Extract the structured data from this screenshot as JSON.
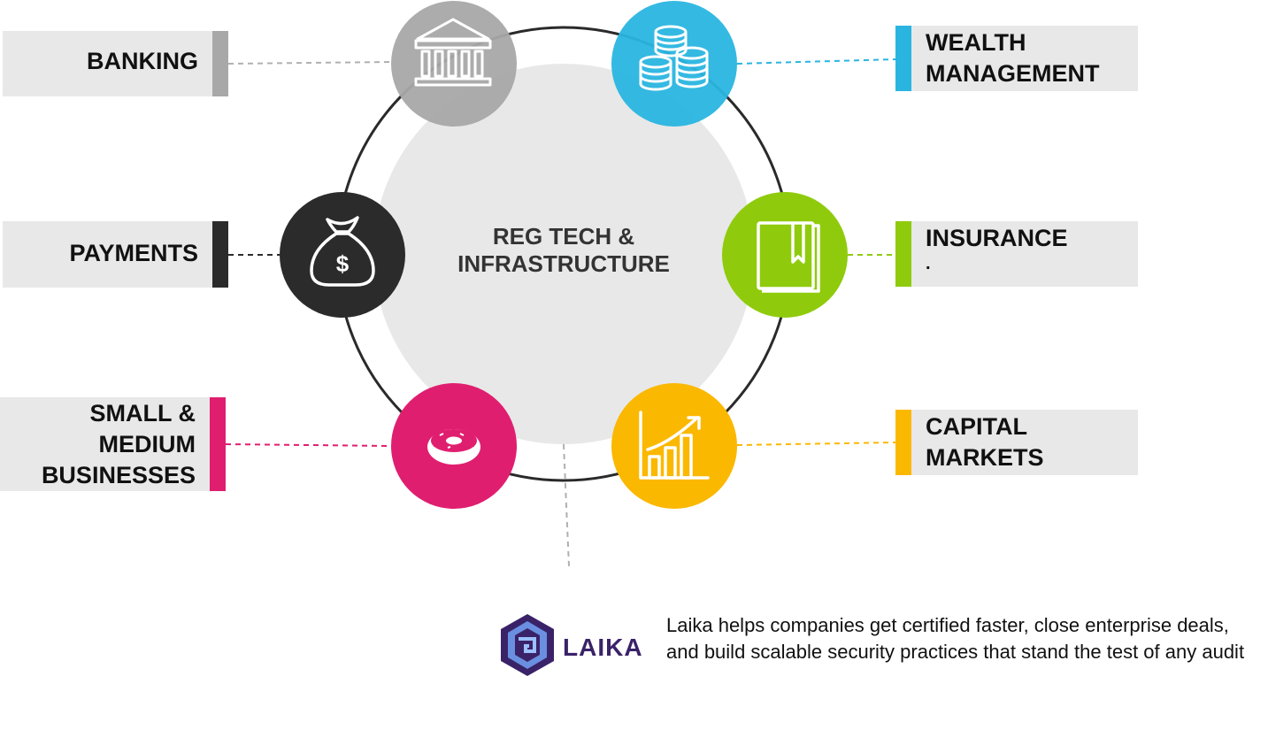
{
  "center": {
    "line1": "REG TECH &",
    "line2": "INFRASTRUCTURE"
  },
  "segments": {
    "banking": {
      "lines": [
        "BANKING"
      ],
      "color": "#a8a8a8",
      "icon": "bank-icon"
    },
    "wealth": {
      "lines": [
        "WEALTH",
        "MANAGEMENT"
      ],
      "color": "#29b5e0",
      "icon": "coins-icon"
    },
    "payments": {
      "lines": [
        "PAYMENTS"
      ],
      "color": "#2b2b2b",
      "icon": "money-bag-icon"
    },
    "insurance": {
      "lines": [
        "INSURANCE",
        "."
      ],
      "color": "#8fcb0c",
      "icon": "book-icon"
    },
    "smb": {
      "lines": [
        "SMALL &",
        "MEDIUM",
        "BUSINESSES"
      ],
      "color": "#e01e6f",
      "icon": "donut-icon"
    },
    "capital": {
      "lines": [
        "CAPITAL",
        "MARKETS"
      ],
      "color": "#fbb800",
      "icon": "bar-chart-icon"
    }
  },
  "company": {
    "name": "LAIKA",
    "logo_icon": "laika-logo-icon",
    "description": "Laika helps companies get certified faster, close enterprise deals, and build scalable security practices that stand the test of any audit",
    "color": "#3a2268"
  }
}
